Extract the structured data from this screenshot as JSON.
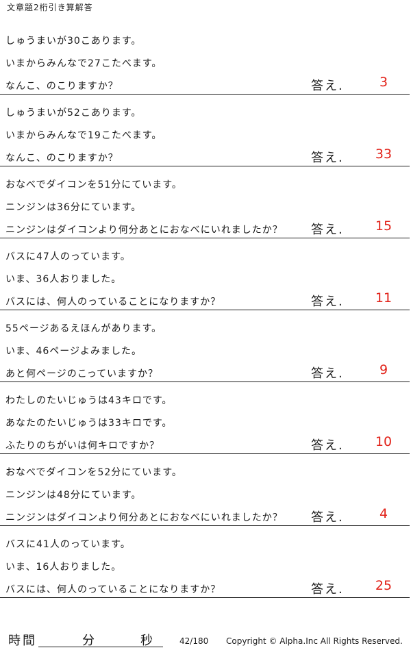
{
  "header": {
    "title": "文章題2桁引き算解答"
  },
  "answer_label": "答え.",
  "problems": [
    {
      "lines": [
        "しゅうまいが30こあります。",
        "いまからみんなで27こたべます。",
        "なんこ、のこりますか？"
      ],
      "answer": "3"
    },
    {
      "lines": [
        "しゅうまいが52こあります。",
        "いまからみんなで19こたべます。",
        "なんこ、のこりますか？"
      ],
      "answer": "33"
    },
    {
      "lines": [
        "おなべでダイコンを51分にています。",
        "ニンジンは36分にています。",
        "ニンジンはダイコンより何分あとにおなべにいれましたか？"
      ],
      "answer": "15"
    },
    {
      "lines": [
        "バスに47人のっています。",
        "いま、36人おりました。",
        "バスには、何人のっていることになりますか？"
      ],
      "answer": "11"
    },
    {
      "lines": [
        "55ページあるえほんがあります。",
        "いま、46ページよみました。",
        "あと何ページのこっていますか？"
      ],
      "answer": "9"
    },
    {
      "lines": [
        "わたしのたいじゅうは43キロです。",
        "あなたのたいじゅうは33キロです。",
        "ふたりのちがいは何キロですか？"
      ],
      "answer": "10"
    },
    {
      "lines": [
        "おなべでダイコンを52分にています。",
        "ニンジンは48分にています。",
        "ニンジンはダイコンより何分あとにおなべにいれましたか？"
      ],
      "answer": "4"
    },
    {
      "lines": [
        "バスに41人のっています。",
        "いま、16人おりました。",
        "バスには、何人のっていることになりますか？"
      ],
      "answer": "25"
    }
  ],
  "footer": {
    "time_label": "時間",
    "minutes_label": "分",
    "seconds_label": "秒",
    "page": "42/180",
    "copyright": "Copyright ©  Alpha.Inc All Rights Reserved."
  }
}
